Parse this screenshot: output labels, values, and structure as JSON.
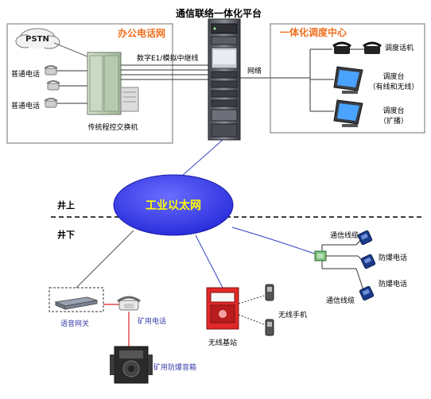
{
  "title": "通信联络一体化平台",
  "office": {
    "heading": "办公电话网",
    "pstn": "PSTN",
    "phone_labels": [
      "普通电话",
      "普通电话"
    ],
    "switch_label": "传统程控交换机",
    "trunk_label": "数字E1/模拟中继线"
  },
  "network_label": "网络",
  "dispatch": {
    "heading": "一体化调度中心",
    "items": [
      "调度话机",
      "调度台",
      "（有线和无线）",
      "调度台",
      "（扩播）"
    ]
  },
  "ethernet_label": "工业以太网",
  "above_ground": "井上",
  "below_ground": "井下",
  "underground": {
    "voice_gateway": "语音网关",
    "mine_phone": "矿用电话",
    "speaker": "矿用防爆音箱",
    "base_station": "无线基站",
    "wireless_phone": "无线手机",
    "cable_top": "通信线缆",
    "cable_bottom": "通信线缆",
    "explosion_phones": [
      "防爆电话",
      "防爆电话"
    ]
  },
  "colors": {
    "ethernet_fill": "#3a3df0",
    "ethernet_text": "#ffff00",
    "heading_orange": "#f07020",
    "link_red": "#e02020",
    "link_blue": "#3040c0",
    "terminal_blue": "#1a3a8a"
  }
}
